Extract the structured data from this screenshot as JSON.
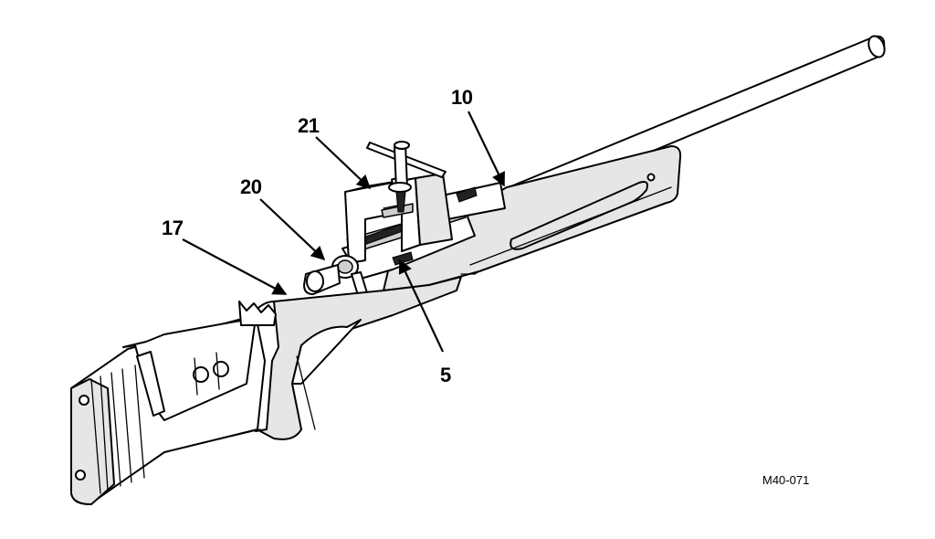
{
  "figure": {
    "id_label": "M40-071"
  },
  "callouts": [
    {
      "number": "10"
    },
    {
      "number": "21"
    },
    {
      "number": "20"
    },
    {
      "number": "17"
    },
    {
      "number": "5"
    }
  ]
}
